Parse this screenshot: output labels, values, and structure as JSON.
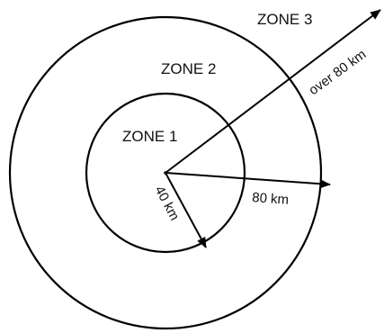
{
  "diagram": {
    "colors": {
      "background": "#ffffff",
      "line": "#000000",
      "text": "#111111"
    },
    "zones": {
      "zone1": {
        "label": "ZONE 1"
      },
      "zone2": {
        "label": "ZONE 2"
      },
      "zone3": {
        "label": "ZONE 3"
      }
    },
    "distances": {
      "inner_radius": "40 km",
      "outer_radius": "80 km",
      "beyond": "over 80 km"
    }
  }
}
